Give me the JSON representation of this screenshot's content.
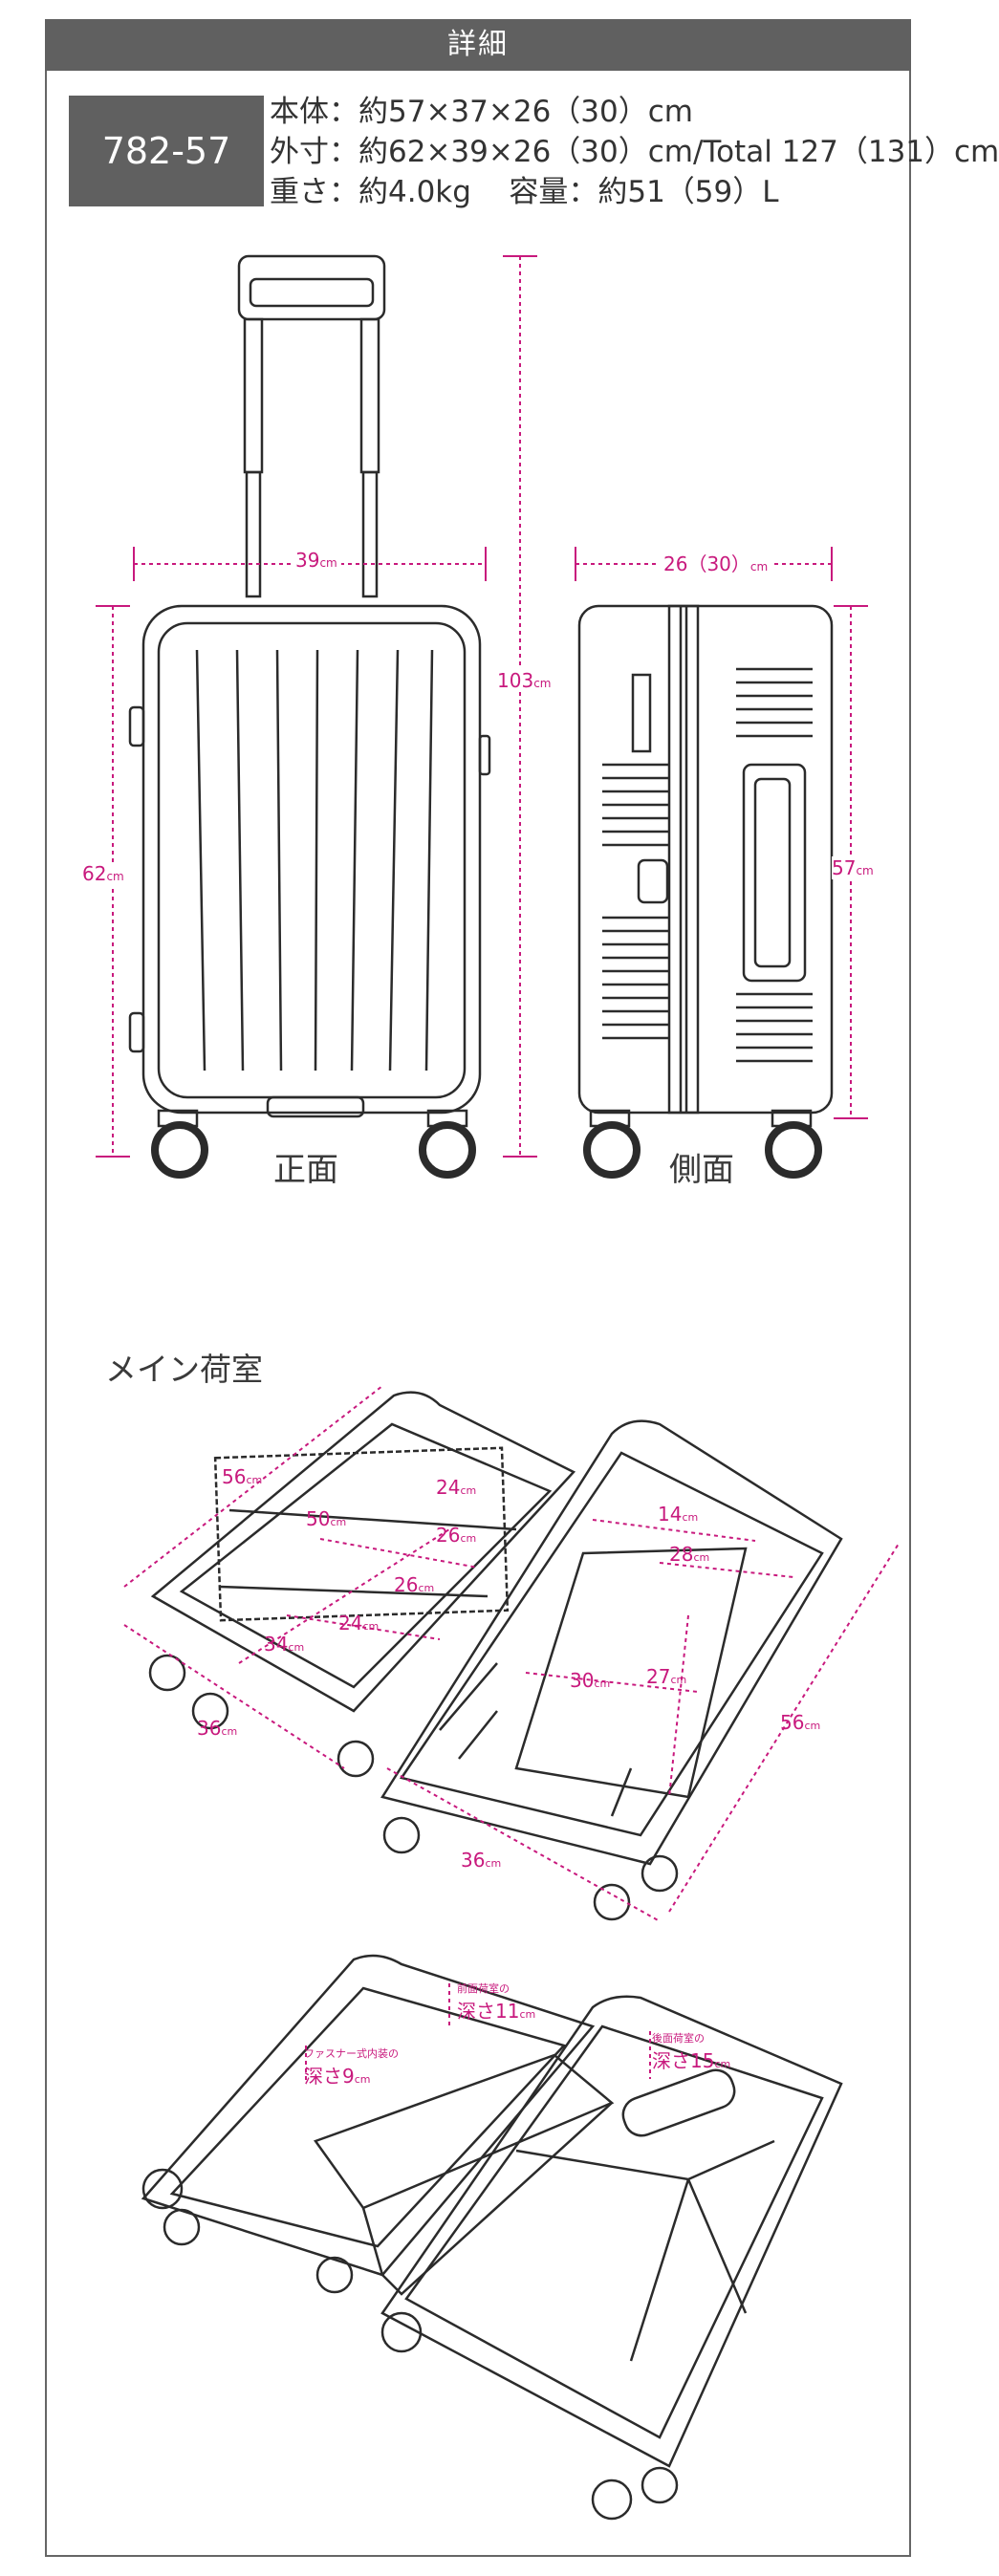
{
  "header": {
    "title": "詳細"
  },
  "model": {
    "code": "782-57"
  },
  "specs": {
    "body": "本体：約57×37×26（30）cm",
    "outer": "外寸：約62×39×26（30）cm/Total 127（131）cm",
    "weight": "重さ：約4.0kg",
    "capacity": "容量：約51（59）L"
  },
  "views": {
    "front": "正面",
    "side": "側面"
  },
  "front_dims": {
    "width": "39",
    "height": "62",
    "total_height": "103",
    "unit": "cm"
  },
  "side_dims": {
    "depth": "26（30）",
    "height": "57",
    "unit": "cm"
  },
  "main_compartment": {
    "title": "メイン荷室",
    "dims": {
      "d56a": "56",
      "d50": "50",
      "d24a": "24",
      "d26a": "26",
      "d26b": "26",
      "d24b": "24",
      "d34": "34",
      "d36a": "36",
      "d36b": "36",
      "d14": "14",
      "d28": "28",
      "d30": "30",
      "d27": "27",
      "d56b": "56",
      "unit": "cm"
    }
  },
  "depths": {
    "front_pocket_label": "前面荷室の",
    "front_pocket_value": "深さ11",
    "zipper_label": "ファスナー式内装の",
    "zipper_value": "深さ9",
    "rear_label": "後面荷室の",
    "rear_value": "深さ15",
    "unit": "cm"
  },
  "colors": {
    "accent": "#c8197d",
    "header_bg": "#606060",
    "line": "#2b2b2b"
  }
}
